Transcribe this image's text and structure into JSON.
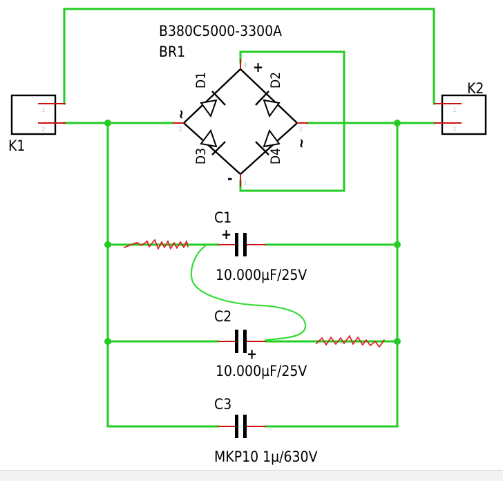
{
  "bridge": {
    "name": "B380C5000-3300A",
    "ref": "BR1",
    "plus": "+",
    "minus": "-",
    "ac_left": "~",
    "ac_right": "~",
    "diodes": [
      "D1",
      "D2",
      "D3",
      "D4"
    ]
  },
  "connectors": {
    "left": "K1",
    "right": "K2"
  },
  "capacitors": [
    {
      "ref": "C1",
      "value": "10.000µF/25V",
      "polarity": "+"
    },
    {
      "ref": "C2",
      "value": "10.000µF/25V",
      "polarity": "+"
    },
    {
      "ref": "C3",
      "value": "MKP10 1µ/630V"
    }
  ],
  "colors": {
    "wire": "#22cc22",
    "pin": "#cc1111",
    "body": "#000000",
    "annotation_red": "#dd2222",
    "annotation_green": "#33dd33"
  }
}
